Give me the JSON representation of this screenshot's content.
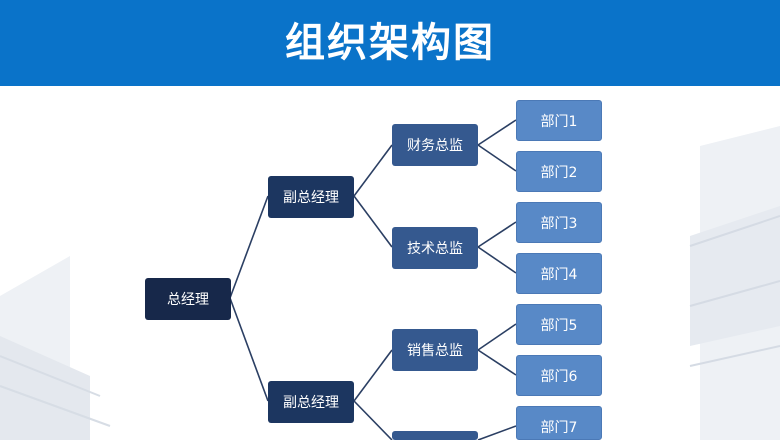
{
  "title": "组织架构图",
  "colors": {
    "header": "#0a73c9",
    "ceo": "#17284a",
    "vp": "#1c3660",
    "director": "#35598f",
    "department": "#5889c7",
    "connector": "#2b3f63"
  },
  "org": {
    "root": "总经理",
    "vps": [
      {
        "label": "副总经理",
        "directors": [
          {
            "label": "财务总监",
            "departments": [
              "部门1",
              "部门2"
            ]
          },
          {
            "label": "技术总监",
            "departments": [
              "部门3",
              "部门4"
            ]
          }
        ]
      },
      {
        "label": "副总经理",
        "directors": [
          {
            "label": "销售总监",
            "departments": [
              "部门5",
              "部门6"
            ]
          },
          {
            "label": "",
            "departments": [
              "部门7"
            ]
          }
        ]
      }
    ]
  }
}
